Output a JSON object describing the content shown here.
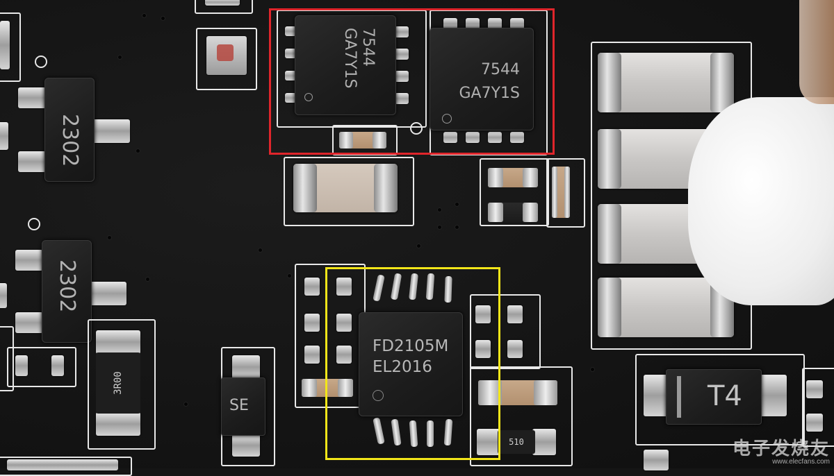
{
  "image": {
    "kind": "pcb-closeup-photo"
  },
  "mosfets": [
    {
      "line1": "7544",
      "line2": "GA7Y1S"
    },
    {
      "line1": "7544",
      "line2": "GA7Y1S"
    }
  ],
  "controller": {
    "line1": "FD2105M",
    "line2": "EL2016"
  },
  "transistors": [
    {
      "label": "2302"
    },
    {
      "label": "2302"
    }
  ],
  "resistors": [
    {
      "label": "3R00"
    },
    {
      "label": "510"
    }
  ],
  "diodes": [
    {
      "label": "SE"
    },
    {
      "label": "T4"
    }
  ],
  "highlights": {
    "red_color": "#e0252b",
    "yellow_color": "#f3e619"
  },
  "watermark": {
    "title": "电子发烧友",
    "url": "www.elecfans.com"
  },
  "colors": {
    "board": "#151515",
    "silkscreen": "#e9e9e9",
    "chip": "#1f1f1f"
  }
}
